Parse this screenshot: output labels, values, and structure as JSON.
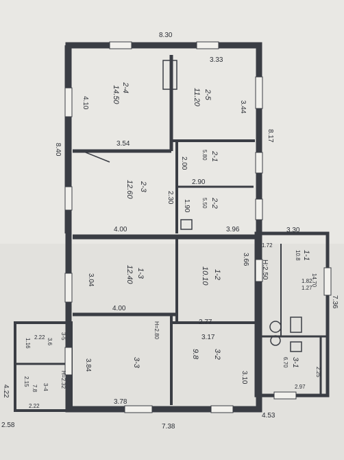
{
  "plan": {
    "overall_dims": {
      "top_width": "8.30",
      "bottom_width": "7.38",
      "left_depth": "8.40",
      "right_depth": "8.17",
      "annex_right": "7.36",
      "annex_left": "4.22",
      "bottom_left": "2.58",
      "bottom_right": "4.53"
    },
    "rooms": [
      {
        "id": "2-4",
        "area": "14.50"
      },
      {
        "id": "2-5",
        "area": "11.20"
      },
      {
        "id": "2-1",
        "area": "5.80"
      },
      {
        "id": "2-2",
        "area": "5.50"
      },
      {
        "id": "2-3",
        "area": "12.60"
      },
      {
        "id": "1-3",
        "area": "12.40"
      },
      {
        "id": "1-2",
        "area": "10.10"
      },
      {
        "id": "1-1",
        "area": "10.8"
      },
      {
        "id": "3-3",
        "area": "H=2.80"
      },
      {
        "id": "3-2",
        "area": "9.8"
      },
      {
        "id": "3-1",
        "area": "6.70"
      },
      {
        "id": "3-5",
        "area": "3.6"
      },
      {
        "id": "3-4",
        "area": "7.8"
      }
    ],
    "dims": {
      "d333": "3.33",
      "d410": "4.10",
      "d344": "3.44",
      "d354": "3.54",
      "d200": "2.00",
      "d290": "2.90",
      "d230": "2.30",
      "d190": "1.90",
      "d400": "4.00",
      "d396": "3.96",
      "d330": "3.30",
      "d304": "3.04",
      "d400b": "4.00",
      "d366": "3.66",
      "d172": "1.72",
      "d277": "2.77",
      "d317": "3.17",
      "d284": "3.84",
      "d310": "3.10",
      "d378": "3.78",
      "d225": "2.25",
      "d297": "2.97",
      "d222a": "2.22",
      "d116": "1.16",
      "d215": "2.15",
      "d222b": "2.22",
      "h250": "H:2.50",
      "h232": "H=2.32",
      "d470": "14.70",
      "d182": "1.82",
      "d127": "1.27"
    }
  }
}
